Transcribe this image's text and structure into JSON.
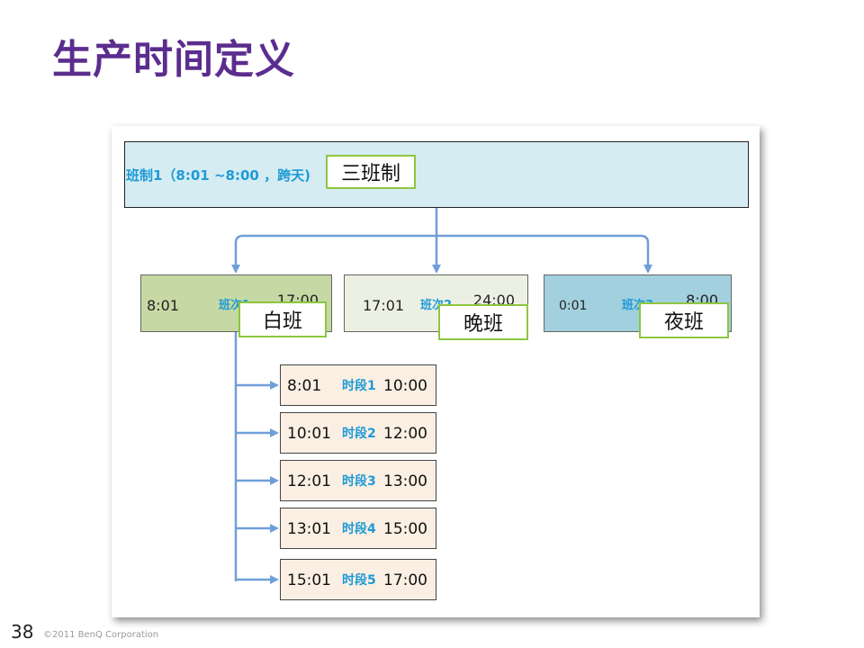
{
  "title": "生产时间定义",
  "shift_system": {
    "label": "班制1（8:01 ~8:00 ，跨天)",
    "callout": "三班制"
  },
  "shifts": [
    {
      "start": "8:01",
      "label": "班次1",
      "end": "17:00",
      "callout": "白班",
      "color": "#c6d8a4"
    },
    {
      "start": "17:01",
      "label": "班次2",
      "end": "24:00",
      "callout": "晚班",
      "color": "#ecf0e2"
    },
    {
      "start": "0:01",
      "label": "班次3",
      "end": "8:00",
      "callout": "夜班",
      "color": "#a2d0de"
    }
  ],
  "periods": [
    {
      "start": "8:01",
      "label": "时段1",
      "end": "10:00"
    },
    {
      "start": "10:01",
      "label": "时段2",
      "end": "12:00"
    },
    {
      "start": "12:01",
      "label": "时段3",
      "end": "13:00"
    },
    {
      "start": "13:01",
      "label": "时段4",
      "end": "15:00"
    },
    {
      "start": "15:01",
      "label": "时段5",
      "end": "17:00"
    }
  ],
  "footer": {
    "page_number": "38",
    "copyright": "©2011 BenQ Corporation"
  },
  "colors": {
    "title": "#5b2d8e",
    "connector": "#6f9fd8",
    "callout_border": "#8dc63f",
    "label_blue": "#1e9ad6"
  }
}
